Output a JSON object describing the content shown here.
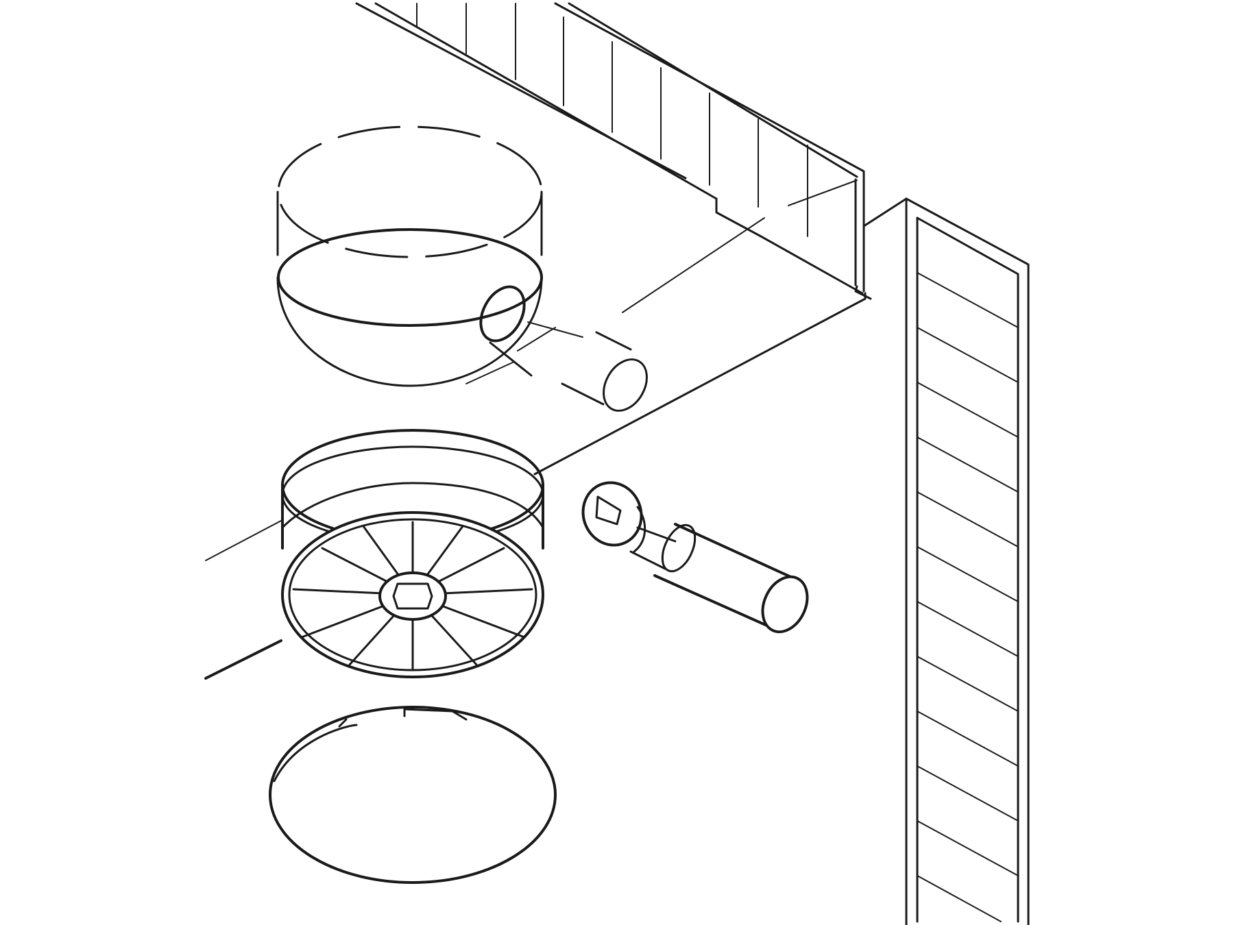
{
  "diagram": {
    "kind": "exploded-assembly-drawing",
    "parts": [
      {
        "name": "drill-hole-outline",
        "style": "dashed"
      },
      {
        "name": "drilled-hole-with-cross-bore"
      },
      {
        "name": "connector-housing-cam"
      },
      {
        "name": "connecting-bolt"
      },
      {
        "name": "cover-cap"
      },
      {
        "name": "horizontal-panel"
      },
      {
        "name": "vertical-panel"
      }
    ],
    "colors": {
      "line": "#1a1a1a",
      "background": "#ffffff"
    }
  }
}
